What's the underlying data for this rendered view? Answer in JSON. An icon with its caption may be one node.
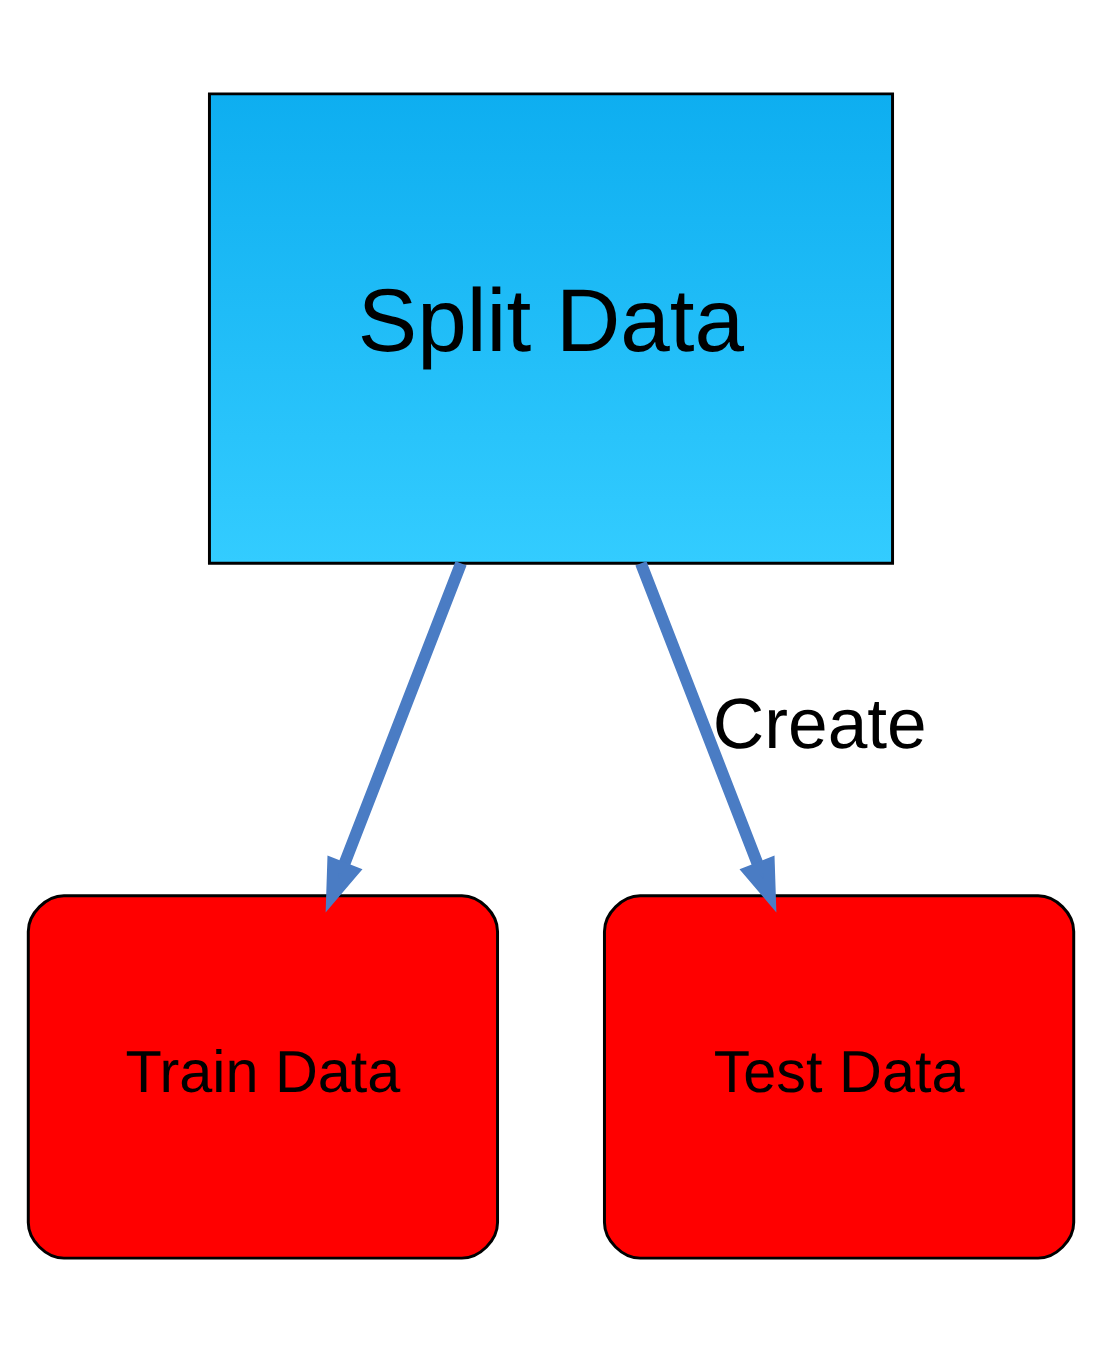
{
  "diagram": {
    "nodes": [
      {
        "text": [
          "Split Data"
        ]
      },
      {
        "text": [
          "Train Data"
        ]
      },
      {
        "text": [
          "Test Data"
        ]
      }
    ],
    "edges": [
      {
        "from": 0,
        "to": 1,
        "arrow": "to"
      },
      {
        "from": 0,
        "to": 2,
        "arrow": "to",
        "label": "Create"
      }
    ]
  }
}
